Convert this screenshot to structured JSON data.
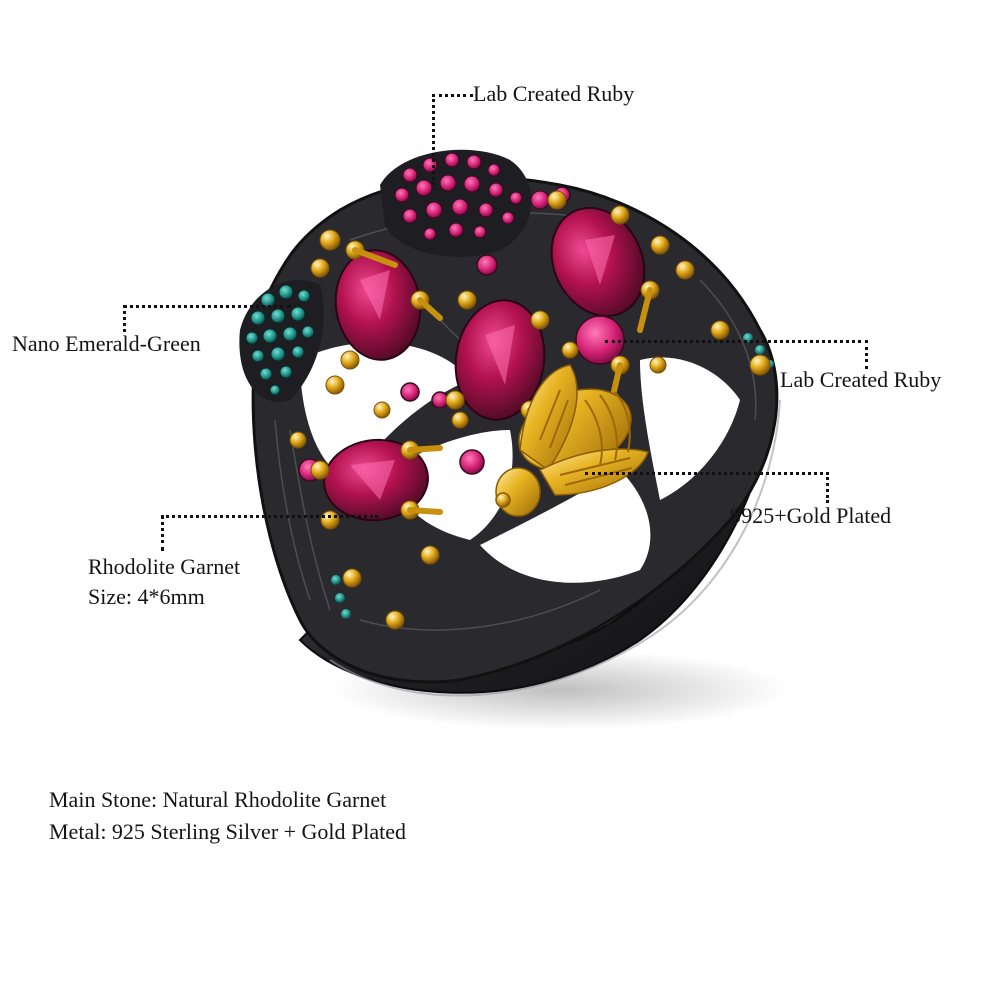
{
  "product_image": {
    "subject": "ring",
    "colors": {
      "background": "#ffffff",
      "metal_black": "#2a2a2e",
      "metal_dark": "#1a1a1d",
      "metal_highlight": "#8a8a90",
      "gold": "#e8b423",
      "gold_dark": "#b07d10",
      "garnet": "#b3124f",
      "garnet_light": "#e0357e",
      "ruby": "#d21f73",
      "emerald": "#1f8f86",
      "text": "#141414"
    }
  },
  "callouts": [
    {
      "id": "top-ruby",
      "text": "Lab Created Ruby"
    },
    {
      "id": "emerald",
      "text": "Nano Emerald-Green"
    },
    {
      "id": "right-ruby",
      "text": "Lab Created Ruby"
    },
    {
      "id": "gold",
      "text": "S925+Gold Plated"
    },
    {
      "id": "garnet",
      "line1": "Rhodolite Garnet",
      "line2": "Size: 4*6mm"
    }
  ],
  "specs": {
    "main_stone": "Main Stone: Natural Rhodolite Garnet",
    "metal": "Metal: 925 Sterling Silver + Gold Plated"
  }
}
